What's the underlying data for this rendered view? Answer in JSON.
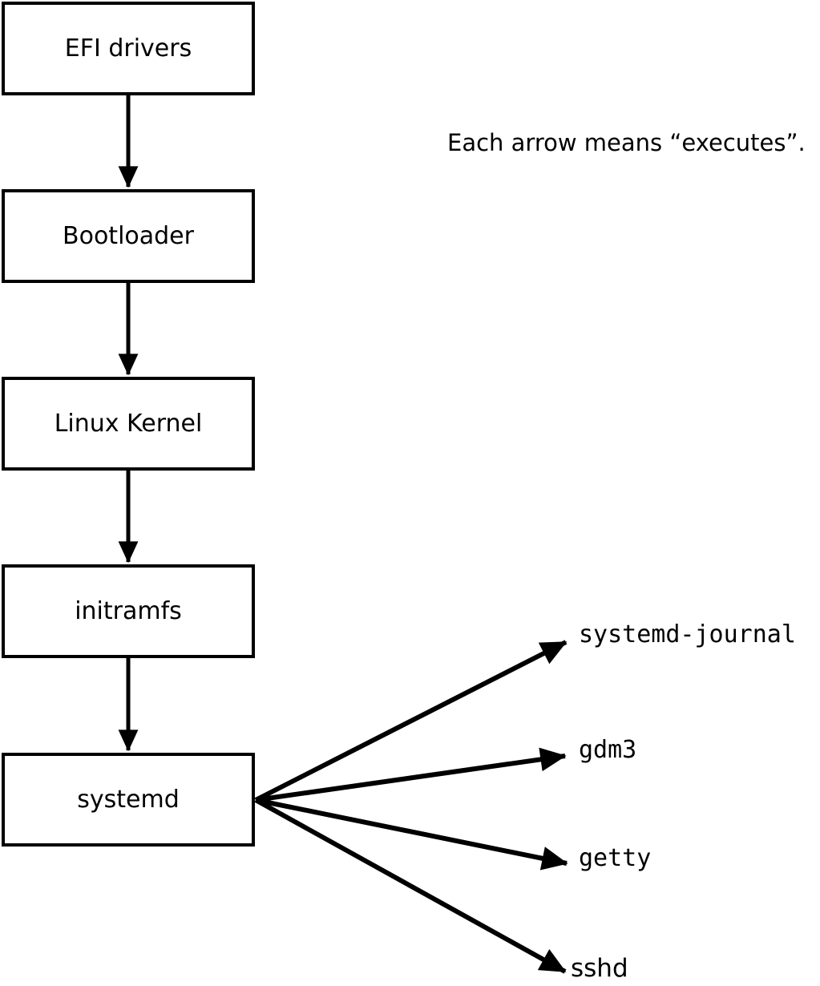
{
  "note": {
    "text": "Each arrow means “executes”."
  },
  "chain": [
    {
      "label": "EFI drivers"
    },
    {
      "label": "Bootloader"
    },
    {
      "label": "Linux Kernel"
    },
    {
      "label": "initramfs"
    },
    {
      "label": "systemd"
    }
  ],
  "services": [
    {
      "label": "systemd-journal"
    },
    {
      "label": "gdm3"
    },
    {
      "label": "getty"
    },
    {
      "label": "sshd"
    }
  ],
  "relations": {
    "chain_edges": "EFI drivers > Bootloader > Linux Kernel > initramfs > systemd",
    "fanout_source": "systemd",
    "edge_meaning": "executes"
  },
  "colors": {
    "background": "#ffffff",
    "line": "#000000",
    "box_fill": "#ffffff",
    "box_border": "#000000",
    "text": "#000000"
  }
}
